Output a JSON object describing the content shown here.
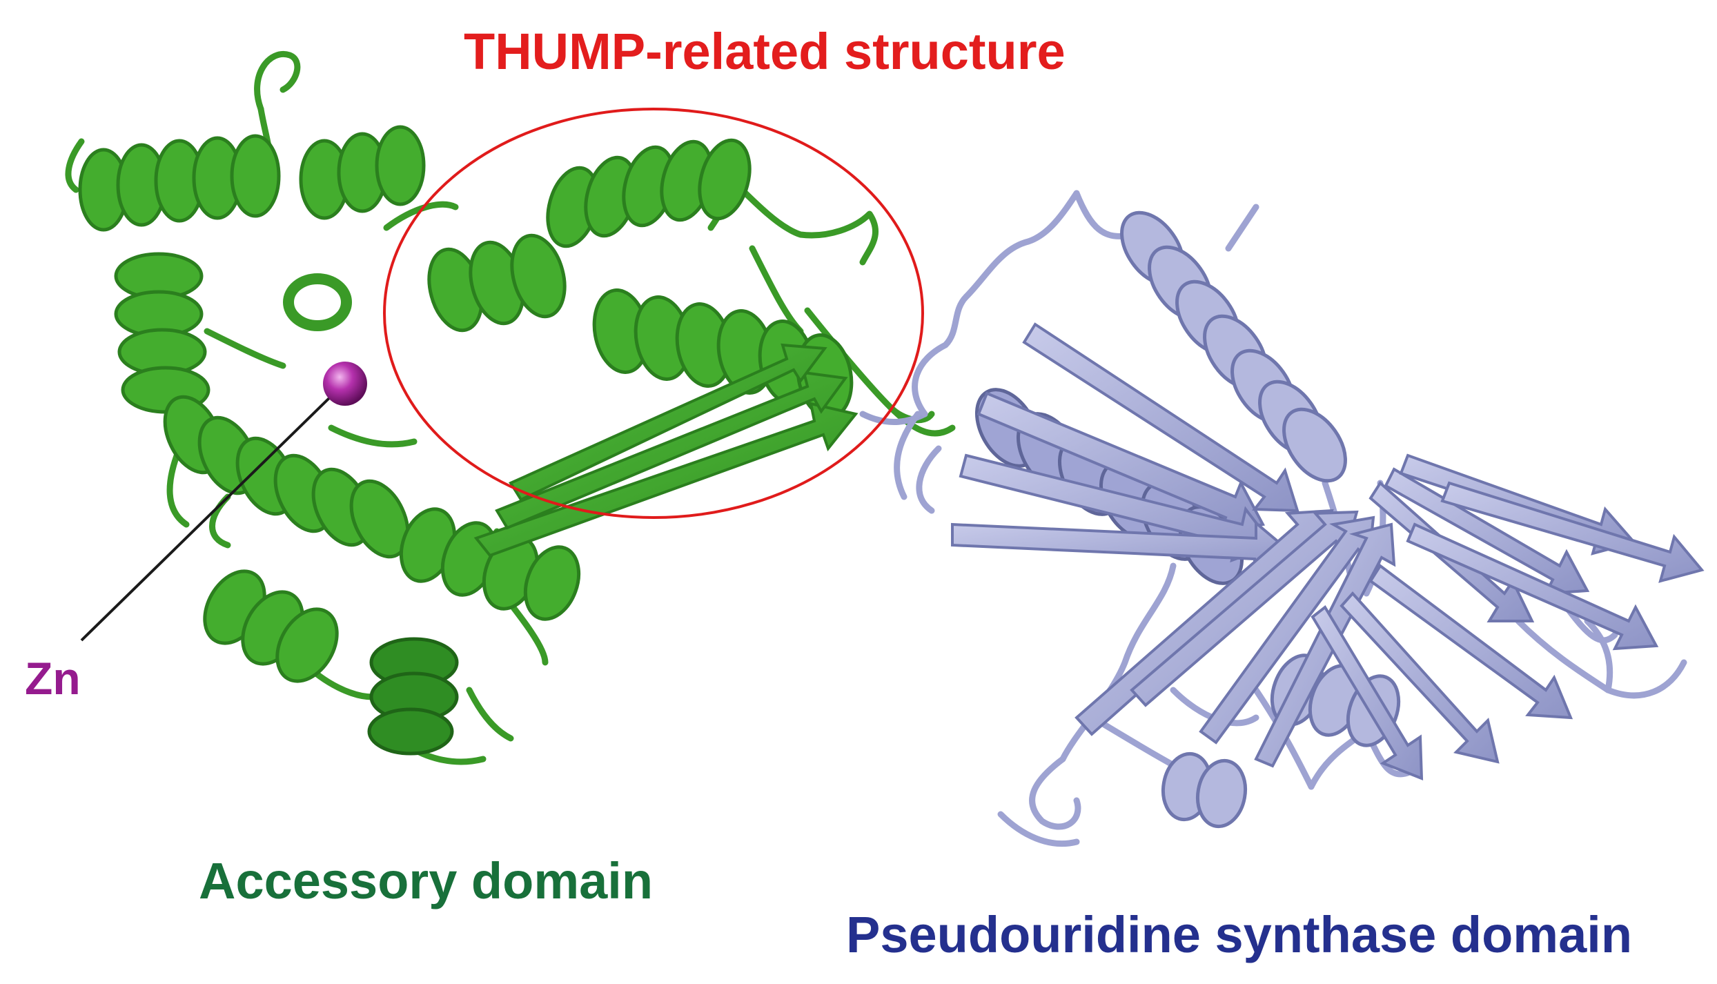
{
  "labels": {
    "thump": "THUMP-related structure",
    "zn": "Zn",
    "accessory": "Accessory domain",
    "pseudouridine": "Pseudouridine synthase domain"
  },
  "colors": {
    "thump_label": "#e31d1d",
    "thump_ellipse": "#e01b1b",
    "zn_label": "#951b8e",
    "zn_sphere": "#a0229a",
    "accessory_label": "#18703a",
    "accessory_ribbon": "#44ad2e",
    "accessory_ribbon_dark": "#2b7f1e",
    "pseudouridine_label": "#24308e",
    "pseudouridine_ribbon": "#b4b8de",
    "pseudouridine_ribbon_dark": "#6f76ad",
    "pointer_line": "#1a1a1a"
  }
}
